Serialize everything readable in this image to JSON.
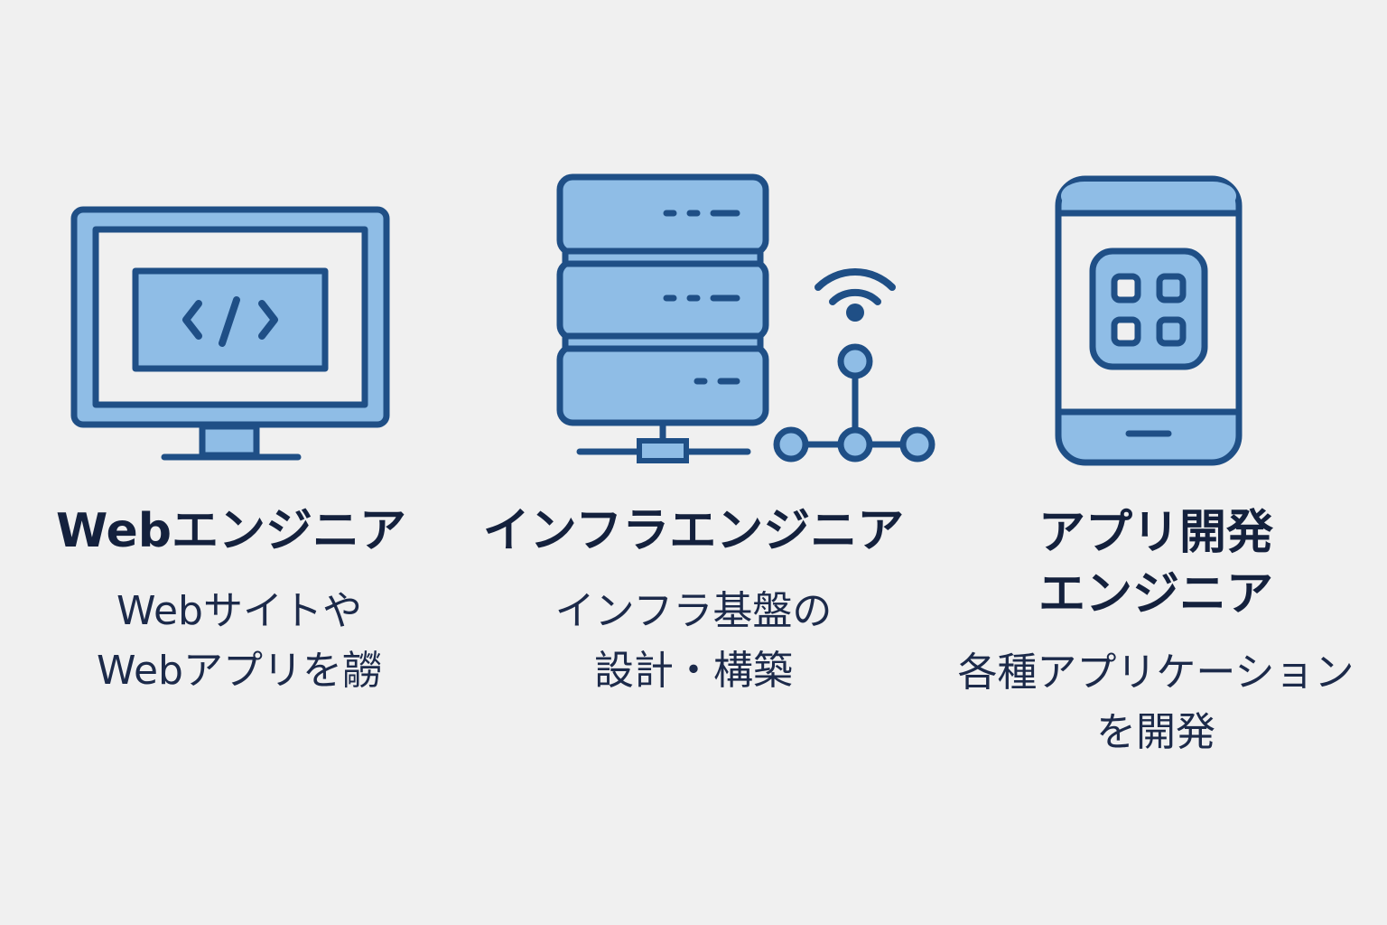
{
  "colors": {
    "background": "#f0f0f0",
    "icon_fill": "#8fbde6",
    "icon_stroke": "#1f4f86",
    "text": "#14213d"
  },
  "cards": [
    {
      "icon": "monitor-code-icon",
      "title_lines": [
        "Webエンジニア"
      ],
      "desc_lines": [
        "Webサイトや",
        "Webアプリを髝"
      ]
    },
    {
      "icon": "server-network-icon",
      "title_lines": [
        "インフラエンジニア"
      ],
      "desc_lines": [
        "インフラ基盤の",
        "設計・構築"
      ]
    },
    {
      "icon": "smartphone-app-icon",
      "title_lines": [
        "アプリ開発",
        "エンジニア"
      ],
      "desc_lines": [
        "各種アプリケーション",
        "を開発"
      ]
    }
  ]
}
